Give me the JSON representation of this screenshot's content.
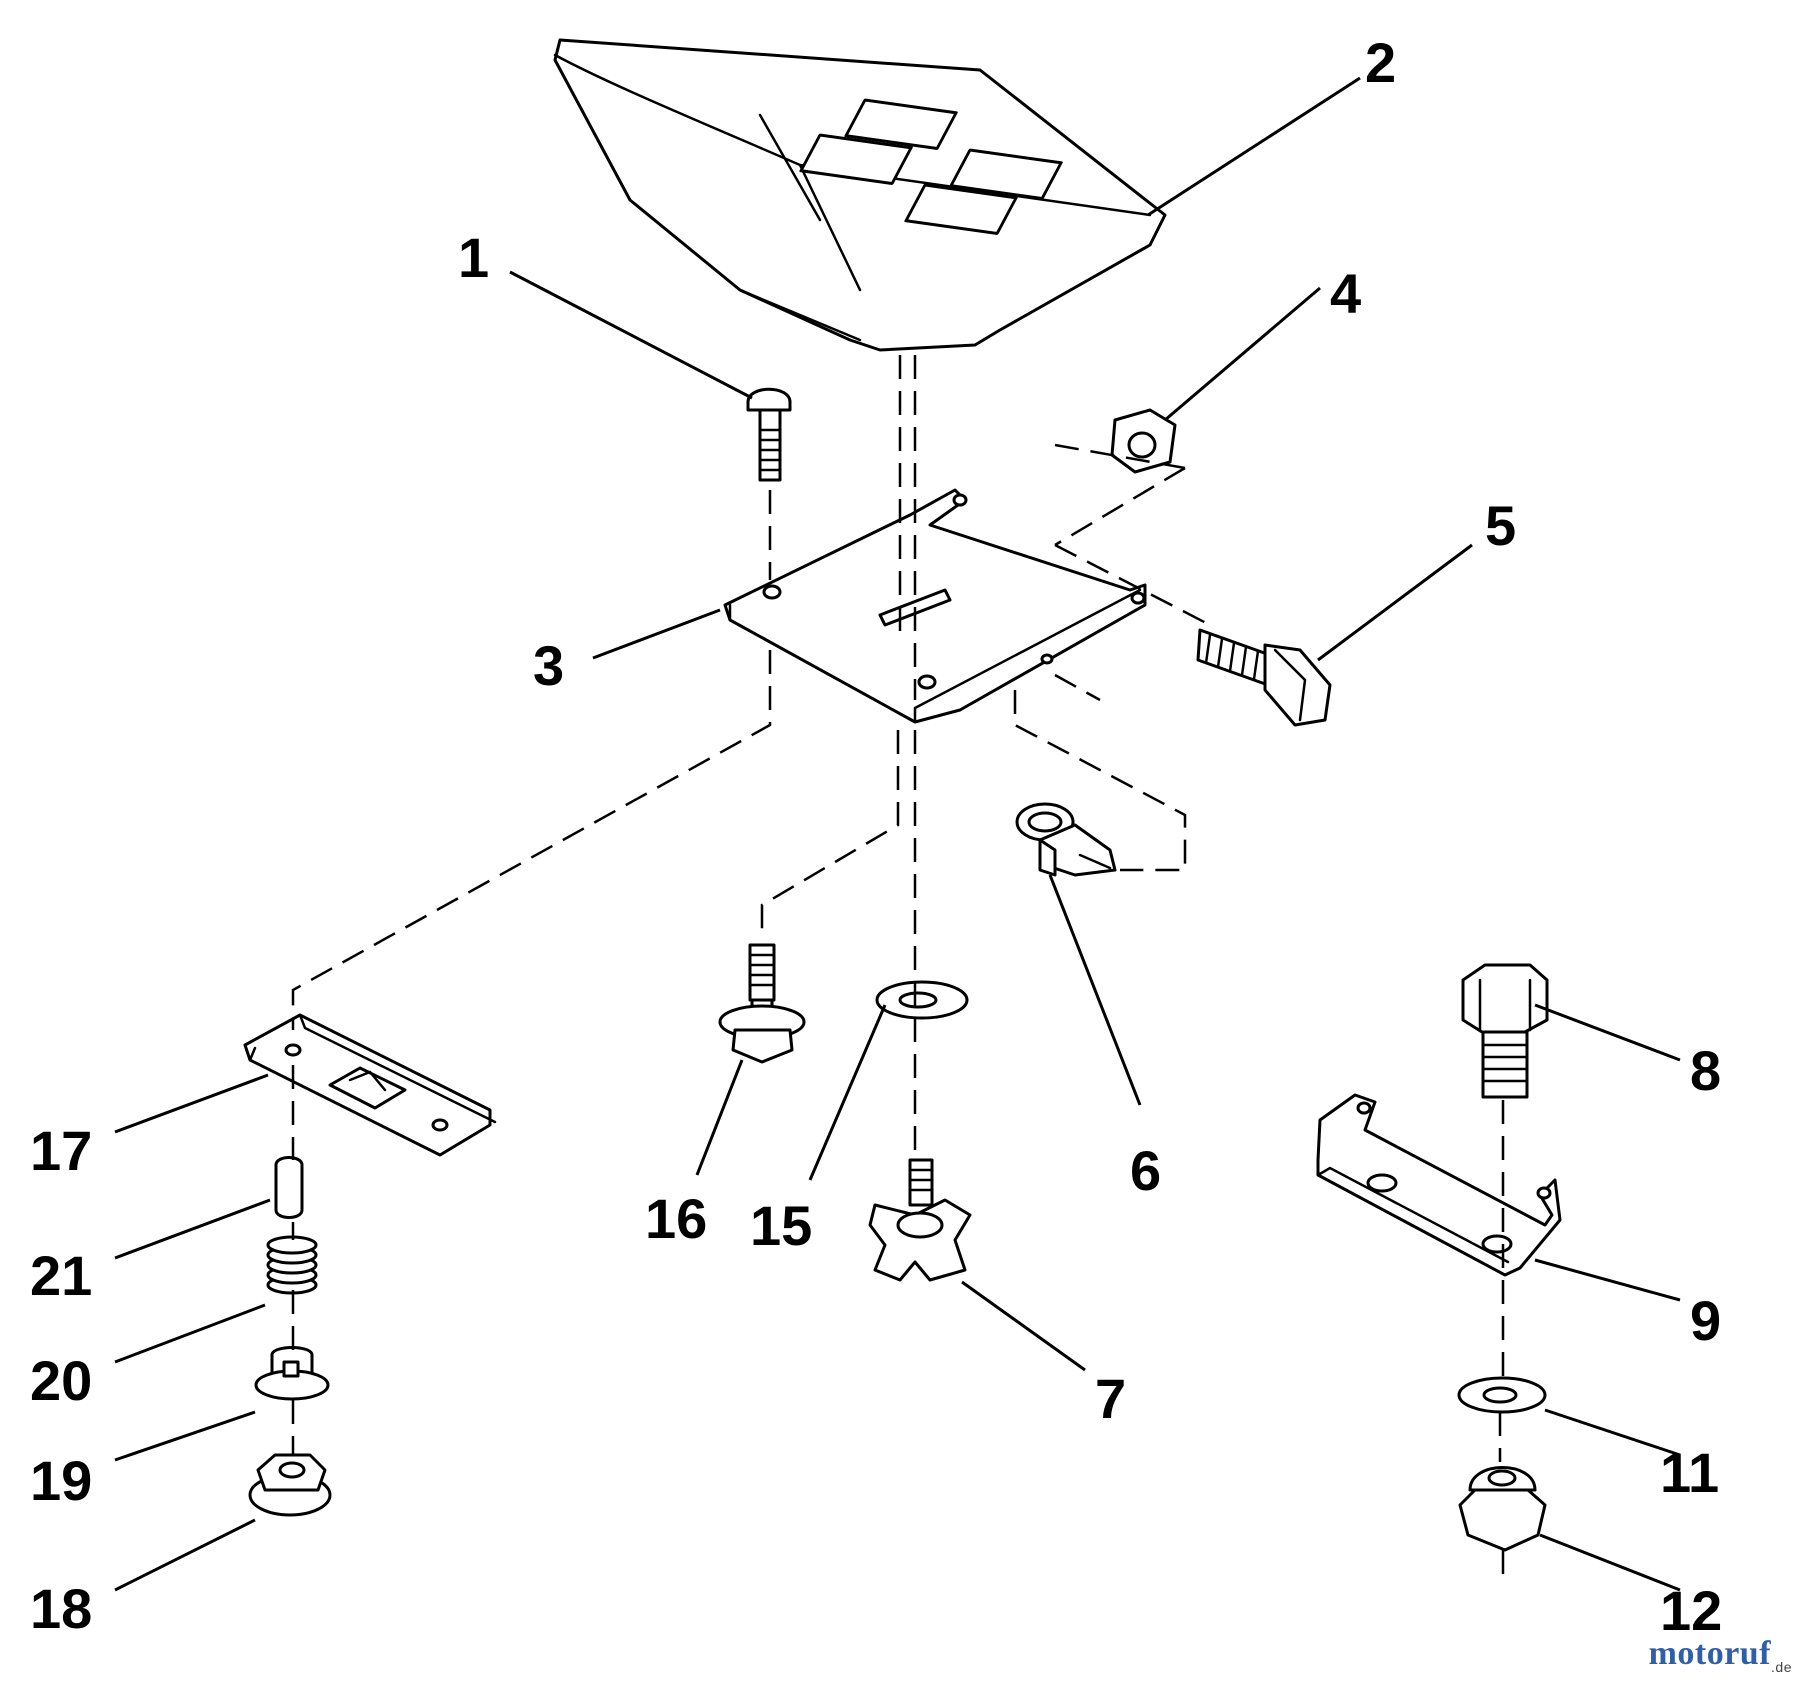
{
  "callouts": [
    {
      "id": "c1",
      "label": "1"
    },
    {
      "id": "c2",
      "label": "2"
    },
    {
      "id": "c3",
      "label": "3"
    },
    {
      "id": "c4",
      "label": "4"
    },
    {
      "id": "c5",
      "label": "5"
    },
    {
      "id": "c6",
      "label": "6"
    },
    {
      "id": "c7",
      "label": "7"
    },
    {
      "id": "c8",
      "label": "8"
    },
    {
      "id": "c9",
      "label": "9"
    },
    {
      "id": "c11",
      "label": "11"
    },
    {
      "id": "c12",
      "label": "12"
    },
    {
      "id": "c15",
      "label": "15"
    },
    {
      "id": "c16",
      "label": "16"
    },
    {
      "id": "c17",
      "label": "17"
    },
    {
      "id": "c18",
      "label": "18"
    },
    {
      "id": "c19",
      "label": "19"
    },
    {
      "id": "c20",
      "label": "20"
    },
    {
      "id": "c21",
      "label": "21"
    }
  ],
  "watermark": {
    "brand": "motoruf",
    "suffix": ".de"
  },
  "colors": {
    "ink": "#000000",
    "background": "#ffffff"
  }
}
